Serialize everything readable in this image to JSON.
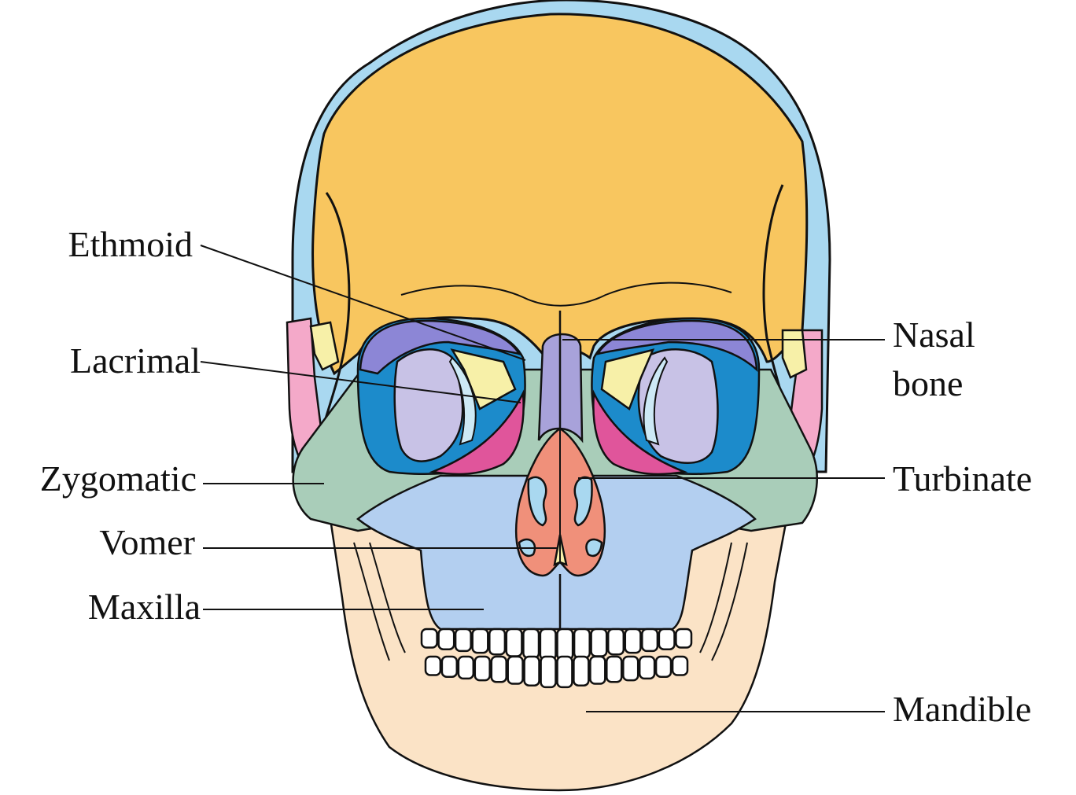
{
  "labels": {
    "ethmoid": "Ethmoid",
    "lacrimal": "Lacrimal",
    "zygomatic": "Zygomatic",
    "vomer": "Vomer",
    "maxilla": "Maxilla",
    "nasal_line1": "Nasal",
    "nasal_line2": "bone",
    "turbinate": "Turbinate",
    "mandible": "Mandible"
  },
  "colors": {
    "frontal": "#f8c65f",
    "parietal_temporal": "#a9d8f0",
    "sphenoid_pink": "#f4a9c9",
    "zygomatic": "#a9cdb9",
    "maxilla": "#b3cff0",
    "mandible": "#fbe3c6",
    "orbit_roof": "#8c86d6",
    "orbit_blue": "#1c8bcb",
    "orbit_magenta": "#e0559b",
    "orbit_floor": "#c8c2e6",
    "nasal": "#a8a2da",
    "nose_cavity": "#f0907a",
    "yellow_pale": "#f7f0a8",
    "teeth": "#ffffff",
    "outline": "#111111"
  }
}
